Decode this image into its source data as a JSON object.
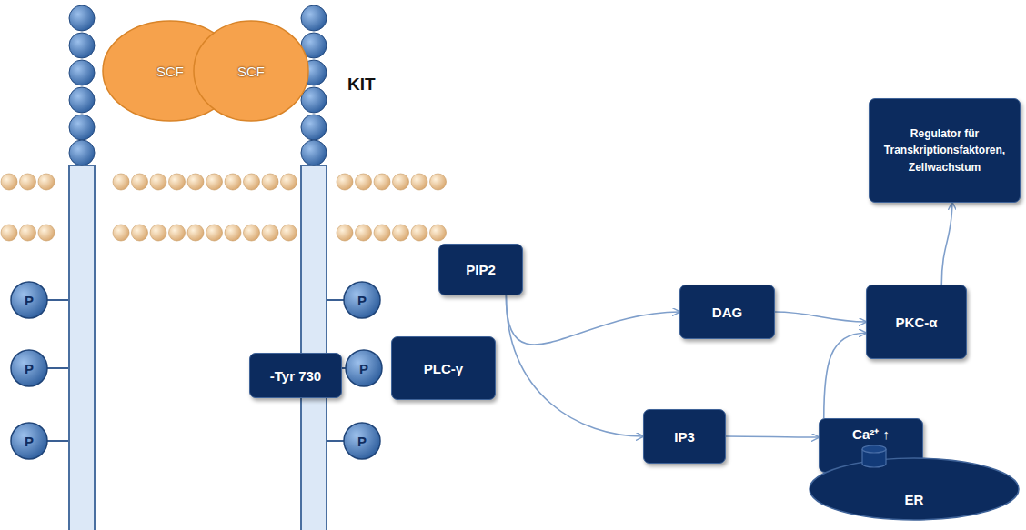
{
  "diagram": {
    "nodes": [
      {
        "text": [
          "SCF"
        ]
      },
      {
        "text": [
          "SCF"
        ]
      },
      {
        "text": [
          "P"
        ]
      },
      {
        "text": [
          "P"
        ]
      },
      {
        "text": [
          "PIP2"
        ]
      },
      {
        "text": [
          "DAG"
        ]
      },
      {
        "text": [
          "PKC-α"
        ]
      },
      {
        "text": [
          "Regulator für Transkriptionsfaktoren, Zellwachstum"
        ]
      },
      {
        "text": [
          "P"
        ]
      },
      {
        "text": [
          "P"
        ]
      },
      {
        "text": [
          "-Tyr 730"
        ]
      },
      {
        "text": [
          "PLC-γ"
        ]
      },
      {
        "text": [
          "IP3"
        ]
      },
      {
        "text": [
          "Ca²⁺ ↑"
        ]
      },
      {
        "text": [
          "ER"
        ]
      },
      {
        "text": [
          "P"
        ]
      },
      {
        "text": [
          "P"
        ]
      }
    ],
    "edges": [
      {
        "from": 4,
        "to": 5,
        "arrow": "to"
      },
      {
        "from": 4,
        "to": 12,
        "arrow": "to"
      },
      {
        "from": 5,
        "to": 6,
        "arrow": "to"
      },
      {
        "from": 12,
        "to": 13,
        "arrow": "to"
      },
      {
        "from": 13,
        "to": 6,
        "arrow": "to"
      },
      {
        "from": 6,
        "to": 7,
        "arrow": "to"
      }
    ],
    "labels": [
      "KIT"
    ]
  }
}
